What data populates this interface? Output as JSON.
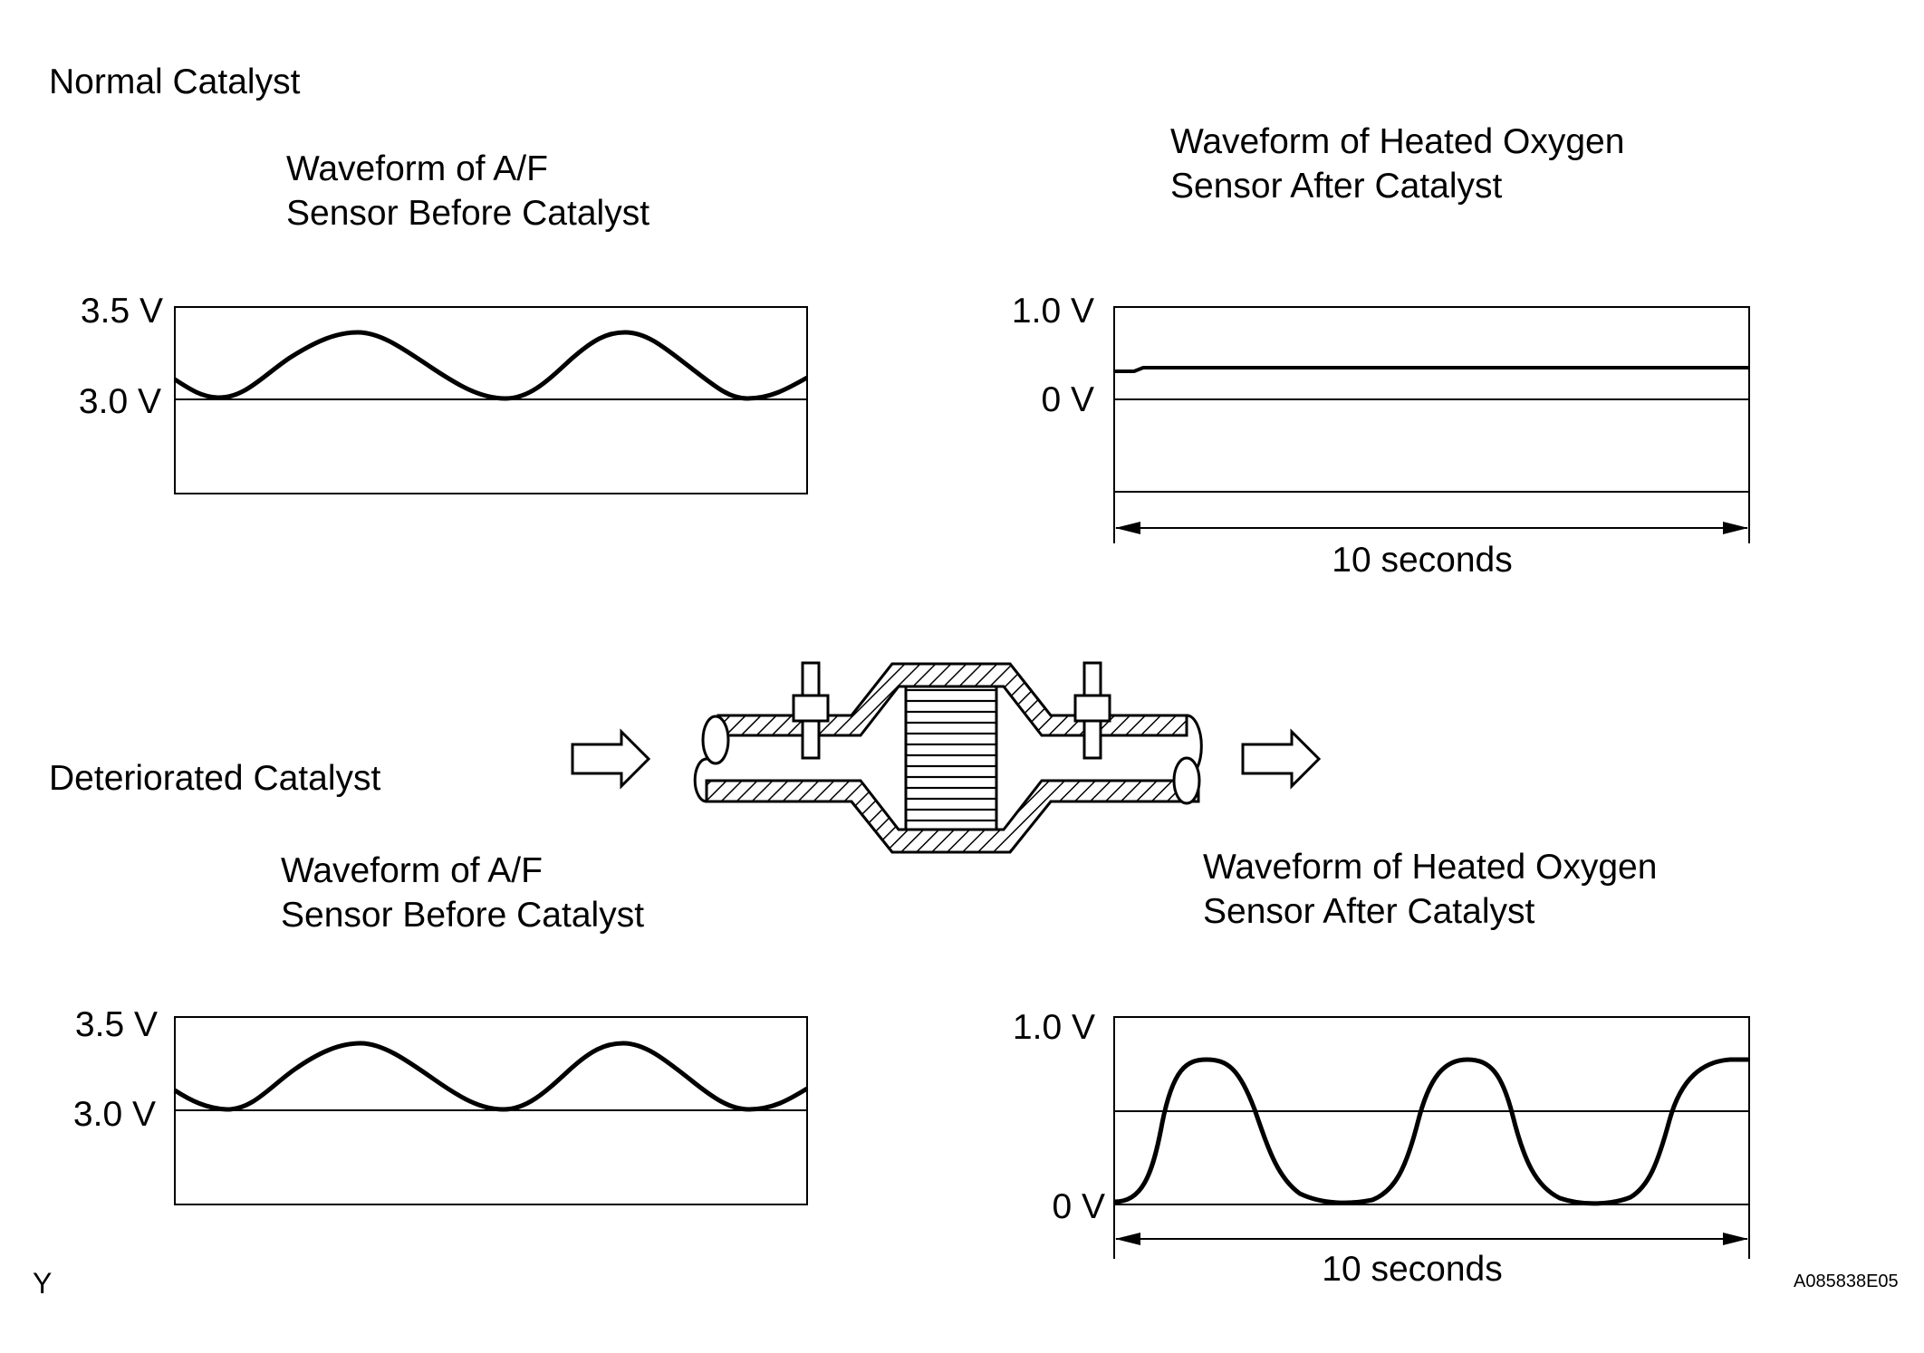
{
  "normal": {
    "label": "Normal Catalyst",
    "af": {
      "title_line1": "Waveform of A/F",
      "title_line2": "Sensor Before Catalyst",
      "tick_top": "3.5 V",
      "tick_mid": "3.0 V"
    },
    "ho2": {
      "title_line1": "Waveform of Heated Oxygen",
      "title_line2": "Sensor After Catalyst",
      "tick_top": "1.0 V",
      "tick_mid": "0 V",
      "duration": "10 seconds"
    }
  },
  "deteriorated": {
    "label": "Deteriorated Catalyst",
    "af": {
      "title_line1": "Waveform of A/F",
      "title_line2": "Sensor Before Catalyst",
      "tick_top": "3.5 V",
      "tick_mid": "3.0 V"
    },
    "ho2": {
      "title_line1": "Waveform of Heated Oxygen",
      "title_line2": "Sensor After Catalyst",
      "tick_top": "1.0 V",
      "tick_bottom": "0 V",
      "duration": "10 seconds"
    }
  },
  "corner_mark": "Y",
  "figure_code": "A085838E05"
}
